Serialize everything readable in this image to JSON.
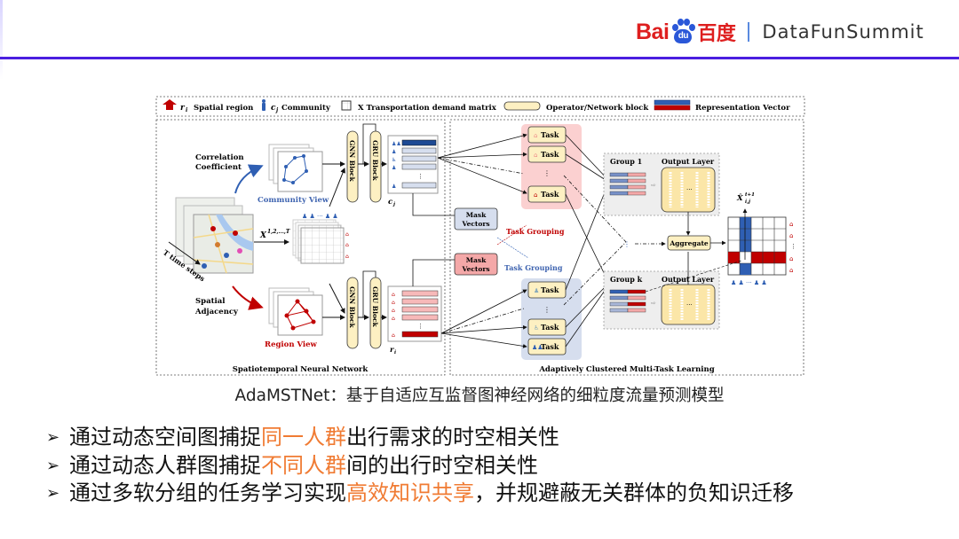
{
  "header": {
    "logo_baidu_latin": "Bai",
    "logo_baidu_paw_text": "du",
    "logo_baidu_cn": "百度",
    "logo_event": "DataFunSummit",
    "accent_color": "#4a1fe0"
  },
  "diagram": {
    "legend": {
      "spatial_region_symbol": "r",
      "spatial_region_sub": "i",
      "spatial_region_label": "Spatial region",
      "community_symbol": "c",
      "community_sub": "j",
      "community_label": "Community",
      "matrix_label": "X Transportation demand matrix",
      "operator_label": "Operator/Network block",
      "representation_label": "Representation Vector"
    },
    "left_panel": {
      "title": "Spatiotemporal Neural Network",
      "correlation_label_1": "Correlation",
      "correlation_label_2": "Coefficient",
      "spatial_label_1": "Spatial",
      "spatial_label_2": "Adjacency",
      "time_steps_label": "T time steps",
      "community_view_label": "Community View",
      "region_view_label": "Region View",
      "input_label": "X",
      "input_superscript": "1,2,...,T",
      "gnn_block_label": "GNN Block",
      "gru_block_label": "GRU Block",
      "community_vec_label": "c",
      "community_vec_sub": "j",
      "region_vec_label": "r",
      "region_vec_sub": "i"
    },
    "middle": {
      "mask_vectors_label_1": "Mask",
      "mask_vectors_label_2": "Vectors",
      "task_grouping_label": "Task Grouping",
      "task_label": "Task"
    },
    "right_panel": {
      "title": "Adaptively Clustered Multi-Task Learning",
      "group_1_label": "Group 1",
      "group_k_label": "Group k",
      "output_layer_label": "Output Layer",
      "aggregate_label": "Aggregate",
      "output_symbol": "X̂",
      "output_superscript": "t+1",
      "output_subscript": "i,j"
    },
    "colors": {
      "community_blue": "#2f5fb3",
      "region_red": "#c00000",
      "operator_fill": "#fdf0c2",
      "pink_group": "#fbd0d0",
      "blue_group": "#d6deee"
    }
  },
  "caption": "AdaMSTNet：基于自适应互监督图神经网络的细粒度流量预测模型",
  "bullets": [
    {
      "marker": "➢",
      "before": "通过动态空间图捕捉",
      "highlight": "同一人群",
      "after": "出行需求的时空相关性"
    },
    {
      "marker": "➢",
      "before": "通过动态人群图捕捉",
      "highlight": "不同人群",
      "after": "间的出行时空相关性"
    },
    {
      "marker": "➢",
      "before": "通过多软分组的任务学习实现",
      "highlight": "高效知识共享",
      "after": "，并规避蔽无关群体的负知识迁移"
    }
  ],
  "highlight_color": "#f07b33"
}
